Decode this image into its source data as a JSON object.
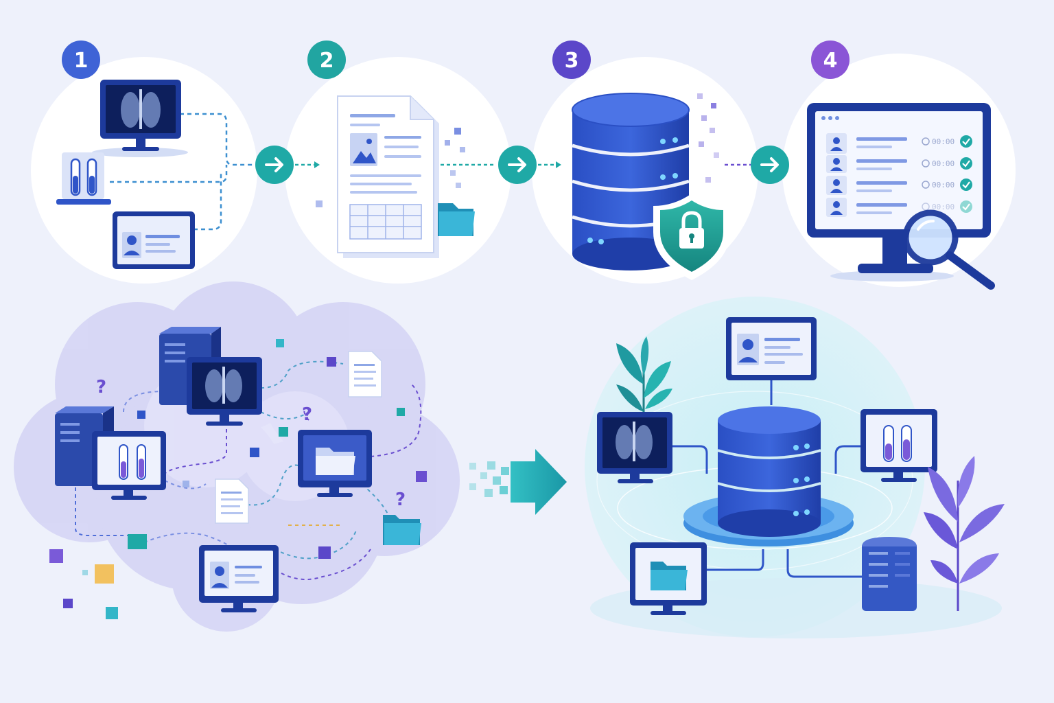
{
  "steps": [
    {
      "number": "1",
      "badge_color": "#3f63d6",
      "icon": "data-sources-icon"
    },
    {
      "number": "2",
      "badge_color": "#21a5a1",
      "icon": "document-extraction-icon"
    },
    {
      "number": "3",
      "badge_color": "#5b47c9",
      "icon": "secure-database-icon"
    },
    {
      "number": "4",
      "badge_color": "#8a55d6",
      "icon": "search-records-icon"
    }
  ],
  "step4_records": [
    {
      "timestamp": "00:00"
    },
    {
      "timestamp": "00:00"
    },
    {
      "timestamp": "00:00"
    },
    {
      "timestamp": "00:00"
    }
  ],
  "before_cluster": {
    "question_marks": [
      "?",
      "?",
      "?"
    ]
  },
  "transition": {
    "icon": "arrow-right-icon"
  },
  "colors": {
    "primary_blue": "#2f55c8",
    "dark_blue": "#1c3a9b",
    "teal": "#1fa9a6",
    "purple": "#7a5ad8",
    "background": "#eef1fb"
  }
}
